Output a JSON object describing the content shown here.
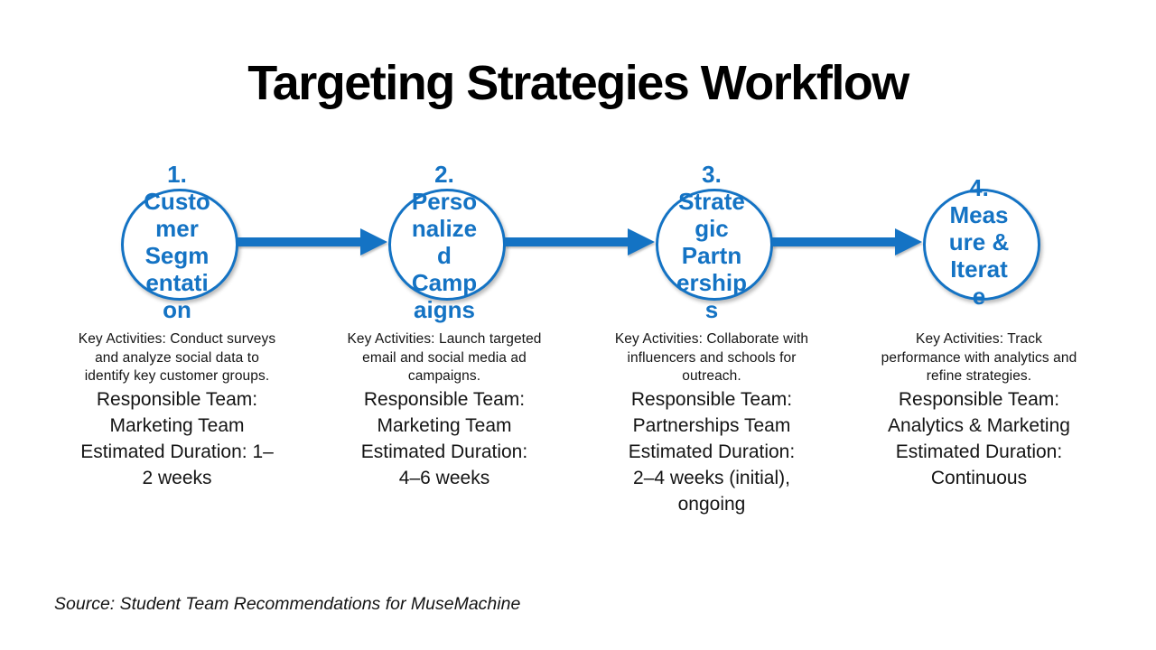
{
  "slide": {
    "title": "Targeting Strategies Workflow",
    "source": "Source: Student Team Recommendations for MuseMachine",
    "colors": {
      "accent_blue": "#1473C4",
      "text_black": "#141414",
      "background": "#FFFFFF"
    }
  },
  "workflow": {
    "steps": [
      {
        "number": "1",
        "name": "Customer Segmentation",
        "circle_label": "1.\nCusto\nmer\nSegm\nentati\non",
        "key_activities": "Key Activities: Conduct surveys\nand analyze social data to\nidentify key customer groups.",
        "responsible_team": "Responsible Team:\nMarketing Team",
        "estimated_duration": "Estimated Duration: 1–\n2 weeks"
      },
      {
        "number": "2",
        "name": "Personalized Campaigns",
        "circle_label": "2.\nPerso\nnalize\nd\nCamp\naigns",
        "key_activities": "Key Activities: Launch targeted\nemail and social media ad\ncampaigns.",
        "responsible_team": "Responsible Team:\nMarketing Team",
        "estimated_duration": "Estimated Duration:\n4–6 weeks"
      },
      {
        "number": "3",
        "name": "Strategic Partnerships",
        "circle_label": "3.\nStrate\ngic\nPartn\nership\ns",
        "key_activities": "Key Activities: Collaborate with\ninfluencers and schools for\noutreach.",
        "responsible_team": "Responsible Team:\nPartnerships Team",
        "estimated_duration": "Estimated Duration:\n2–4 weeks (initial),\nongoing"
      },
      {
        "number": "4",
        "name": "Measure & Iterate",
        "circle_label": "4.\nMeas\nure &\nIterat\ne",
        "key_activities": "Key Activities: Track\nperformance with analytics and\nrefine strategies.",
        "responsible_team": "Responsible Team:\nAnalytics & Marketing",
        "estimated_duration": "Estimated Duration:\nContinuous"
      }
    ]
  }
}
